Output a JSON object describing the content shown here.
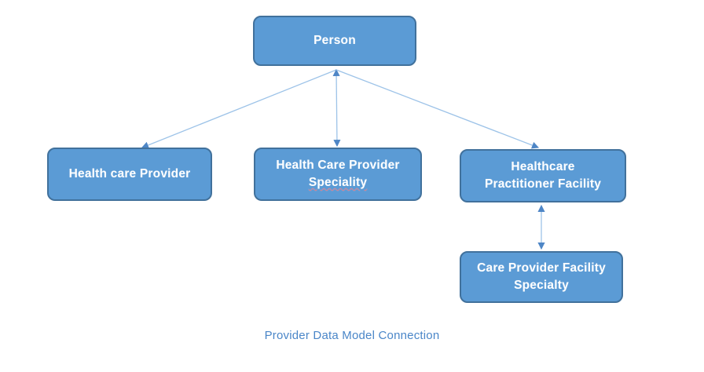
{
  "diagram": {
    "caption": "Provider Data Model Connection",
    "nodes": {
      "person": {
        "label": "Person"
      },
      "health_care_provider": {
        "label": "Health care Provider"
      },
      "health_care_provider_speciality": {
        "line1": "Health Care Provider",
        "line2": "Speciality"
      },
      "healthcare_practitioner_facility": {
        "line1": "Healthcare",
        "line2": "Practitioner Facility"
      },
      "care_provider_facility_specialty": {
        "line1": "Care Provider Facility",
        "line2": "Specialty"
      }
    },
    "connections": {
      "person_to_health_care_provider": "arrow",
      "person_to_health_care_provider_speciality": "double-arrow",
      "person_to_healthcare_practitioner_facility": "arrow",
      "healthcare_practitioner_facility_to_care_provider_facility_specialty": "double-arrow"
    },
    "colors": {
      "node_fill": "#5b9bd5",
      "node_border": "#41719c",
      "node_text": "#ffffff",
      "connector_line": "#9dc3e8",
      "arrowhead": "#4e86c6",
      "caption_text": "#4a86c8",
      "misspell_underline": "#d87f8f"
    }
  }
}
